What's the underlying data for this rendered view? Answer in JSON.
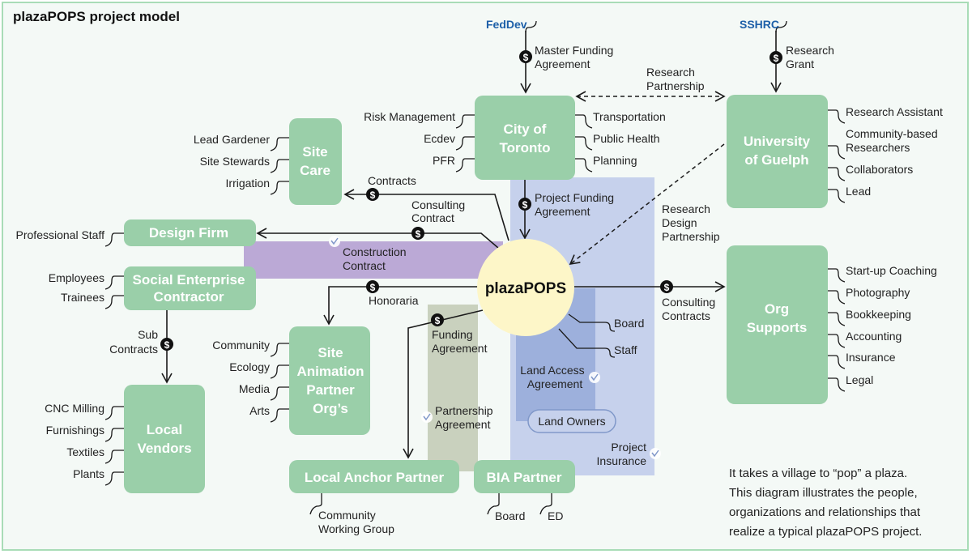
{
  "title": "plazaPOPS project model",
  "colors": {
    "box": "#9acfa9",
    "center": "#fdf6c8",
    "blue_region": "#c6d1ec",
    "blue_region_dark": "#9db0dc",
    "purple_region": "#bba9d6",
    "grey_region": "#c9d1be",
    "funder_text": "#1d5fa8",
    "frame": "#a9dcb7",
    "background": "#f4f9f6"
  },
  "center": {
    "label": "plazaPOPS"
  },
  "funders": {
    "feddev": "FedDev",
    "sshrc": "SSHRC"
  },
  "boxes": {
    "city": {
      "line1": "City of",
      "line2": "Toronto",
      "members_left": [
        "Risk Management",
        "Ecdev",
        "PFR"
      ],
      "members_right": [
        "Transportation",
        "Public Health",
        "Planning"
      ]
    },
    "guelph": {
      "line1": "University",
      "line2": "of Guelph",
      "members": [
        "Research Assistant",
        "Community-based",
        "Researchers",
        "Collaborators",
        "Lead"
      ]
    },
    "site_care": {
      "line1": "Site",
      "line2": "Care",
      "members": [
        "Lead Gardener",
        "Site Stewards",
        "Irrigation"
      ]
    },
    "design_firm": {
      "label": "Design Firm",
      "members": [
        "Professional Staff"
      ]
    },
    "social_enterprise": {
      "line1": "Social Enterprise",
      "line2": "Contractor",
      "members": [
        "Employees",
        "Trainees"
      ]
    },
    "local_vendors": {
      "line1": "Local",
      "line2": "Vendors",
      "members": [
        "CNC Milling",
        "Furnishings",
        "Textiles",
        "Plants"
      ]
    },
    "site_animation": {
      "lines": [
        "Site",
        "Animation",
        "Partner",
        "Org’s"
      ],
      "members": [
        "Community",
        "Ecology",
        "Media",
        "Arts"
      ]
    },
    "org_supports": {
      "line1": "Org",
      "line2": "Supports",
      "members": [
        "Start-up Coaching",
        "Photography",
        "Bookkeeping",
        "Accounting",
        "Insurance",
        "Legal"
      ]
    },
    "local_anchor": {
      "label": "Local Anchor Partner",
      "members": [
        "Community",
        "Working Group"
      ]
    },
    "bia": {
      "label": "BIA Partner",
      "members": [
        "Board",
        "ED"
      ]
    },
    "land_owners": {
      "label": "Land Owners"
    }
  },
  "plazapops_members": [
    "Board",
    "Staff"
  ],
  "relations": {
    "master_funding": [
      "Master Funding",
      "Agreement"
    ],
    "research_grant": [
      "Research",
      "Grant"
    ],
    "research_partnership": [
      "Research",
      "Partnership"
    ],
    "project_funding": [
      "Project Funding",
      "Agreement"
    ],
    "research_design": [
      "Research",
      "Design",
      "Partnership"
    ],
    "contracts": "Contracts",
    "consulting_contract": [
      "Consulting",
      "Contract"
    ],
    "construction_contract": [
      "Construction",
      "Contract"
    ],
    "honoraria": "Honoraria",
    "sub_contracts": [
      "Sub",
      "Contracts"
    ],
    "funding_agreement": [
      "Funding",
      "Agreement"
    ],
    "partnership_agreement": [
      "Partnership",
      "Agreement"
    ],
    "land_access": [
      "Land Access",
      "Agreement"
    ],
    "project_insurance": [
      "Project",
      "Insurance"
    ],
    "consulting_contracts": [
      "Consulting",
      "Contracts"
    ]
  },
  "note": [
    "It takes a village to “pop” a plaza.",
    "This diagram illustrates the people,",
    "organizations and relationships that",
    "realize a typical plazaPOPS project."
  ]
}
